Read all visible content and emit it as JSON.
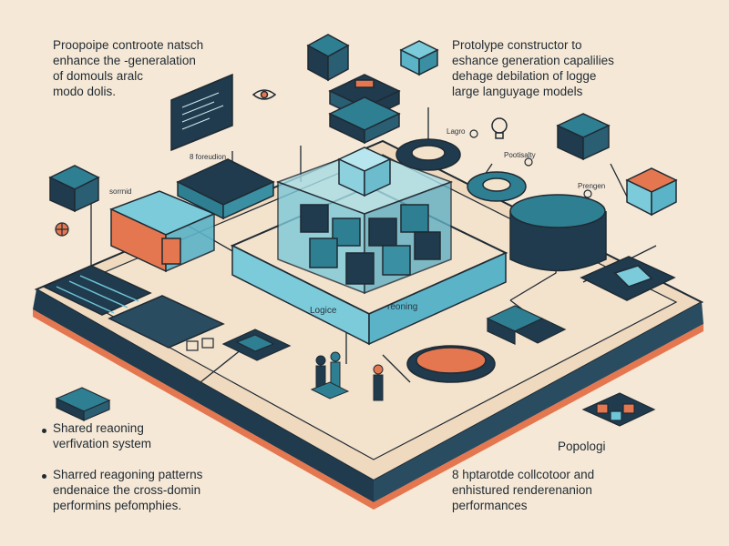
{
  "top_left_text": {
    "lines": [
      "Proopoipe controote natsch",
      "enhance the -generalation",
      "of domouls aralc",
      "modo dolis."
    ]
  },
  "top_right_text": {
    "lines": [
      "Protolype constructor  to",
      "eshance generation capalilies",
      "dehage debilation of logge",
      "large languyage models"
    ]
  },
  "bullets": [
    {
      "lines": [
        "Shared reaoning",
        "verfivation system"
      ]
    },
    {
      "lines": [
        "Sharred reagoning patterns",
        "endenaice the cross-domin",
        "performins pefomphies."
      ]
    }
  ],
  "bottom_right": {
    "label": "Popologi",
    "lines": [
      "8 hptarotde collcotoor  and",
      "enhistured  renderenanion",
      "performances"
    ]
  },
  "small_labels": {
    "left_panel": "8 foreudion",
    "left_side": "sorrnid",
    "logo_a": "Lagro",
    "logo_b": "Pootisalty",
    "right_side": "Prengen",
    "platform_front_a": "Logice",
    "platform_front_b": "reoning"
  },
  "colors": {
    "background": "#f6e8d6",
    "navy": "#1f3b4d",
    "teal": "#2f7f93",
    "cyan": "#6ec6d8",
    "orange": "#e4774f",
    "cream": "#f3e2cc"
  }
}
